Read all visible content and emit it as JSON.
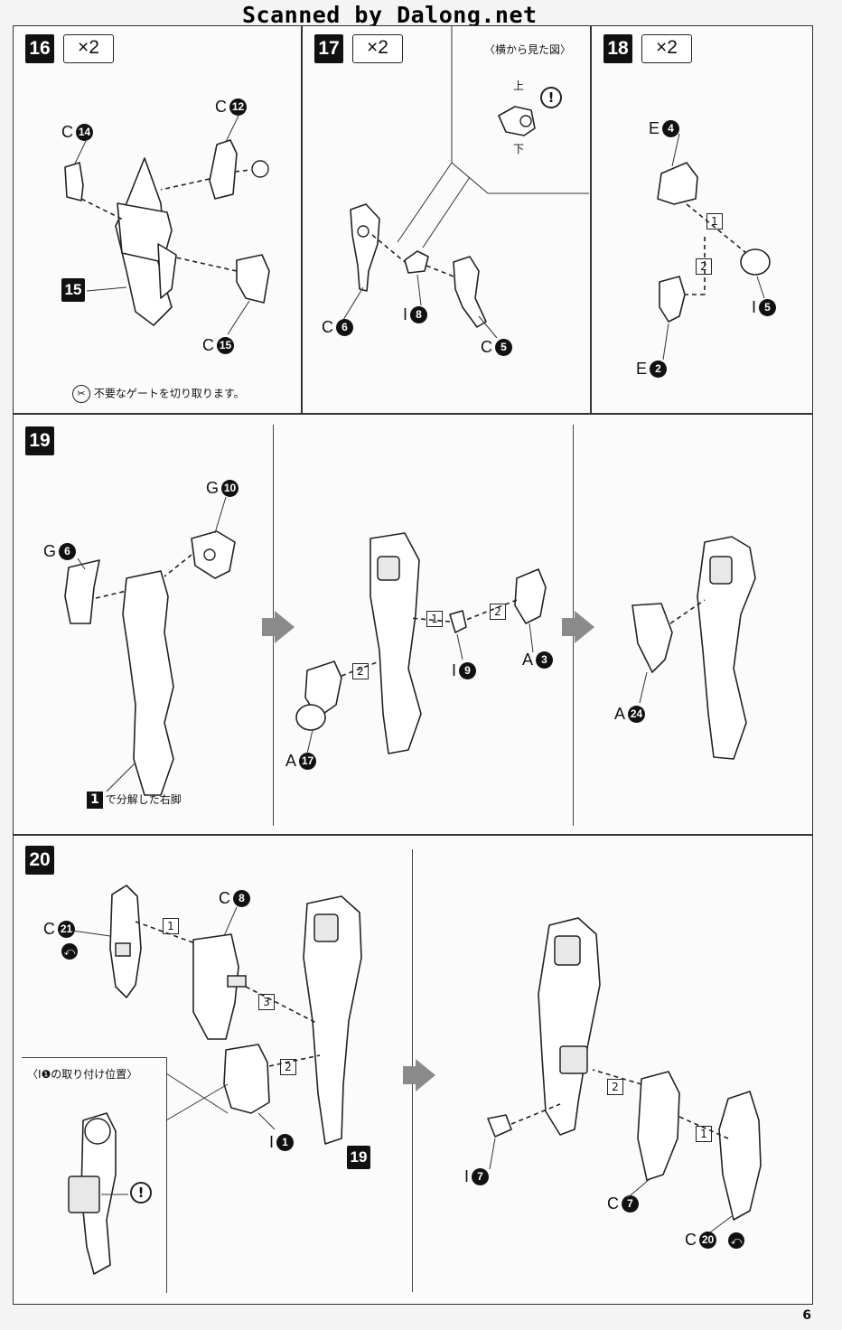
{
  "watermark": "Scanned by Dalong.net",
  "page_number": "6",
  "step16": {
    "num": "16",
    "multiplier": "×2",
    "part_c14": {
      "letter": "C",
      "num": "14"
    },
    "part_c12": {
      "letter": "C",
      "num": "12"
    },
    "part_c15": {
      "letter": "C",
      "num": "15"
    },
    "ref": "15",
    "note": "不要なゲートを切り取ります。",
    "note_icon": "cut-gate-icon"
  },
  "step17": {
    "num": "17",
    "multiplier": "×2",
    "side_view": "〈横から見た図〉",
    "up": "上",
    "down": "下",
    "part_c6": {
      "letter": "C",
      "num": "6"
    },
    "part_i8": {
      "letter": "I",
      "num": "8"
    },
    "part_c5": {
      "letter": "C",
      "num": "5"
    }
  },
  "step18": {
    "num": "18",
    "multiplier": "×2",
    "part_e4": {
      "letter": "E",
      "num": "4"
    },
    "part_i5": {
      "letter": "I",
      "num": "5"
    },
    "part_e2": {
      "letter": "E",
      "num": "2"
    },
    "seq1": "1",
    "seq2": "2"
  },
  "step19": {
    "num": "19",
    "part_g10": {
      "letter": "G",
      "num": "10"
    },
    "part_g6": {
      "letter": "G",
      "num": "6"
    },
    "caption_ref": "1",
    "caption": "で分解した右脚",
    "part_i9": {
      "letter": "I",
      "num": "9"
    },
    "part_a3": {
      "letter": "A",
      "num": "3"
    },
    "part_a17": {
      "letter": "A",
      "num": "17"
    },
    "part_a24": {
      "letter": "A",
      "num": "24"
    },
    "seq1": "1",
    "seq2a": "2",
    "seq2b": "2"
  },
  "step20": {
    "num": "20",
    "part_c8": {
      "letter": "C",
      "num": "8"
    },
    "part_c21": {
      "letter": "C",
      "num": "21"
    },
    "part_i1": {
      "letter": "I",
      "num": "1"
    },
    "ref": "19",
    "inset_title": "〈I❶の取り付け位置〉",
    "seq1": "1",
    "seq2": "2",
    "seq3": "3",
    "part_i7": {
      "letter": "I",
      "num": "7"
    },
    "part_c7": {
      "letter": "C",
      "num": "7"
    },
    "part_c20": {
      "letter": "C",
      "num": "20"
    },
    "seq1b": "1",
    "seq2b": "2",
    "mirror_icon": "mirror-part-icon"
  }
}
